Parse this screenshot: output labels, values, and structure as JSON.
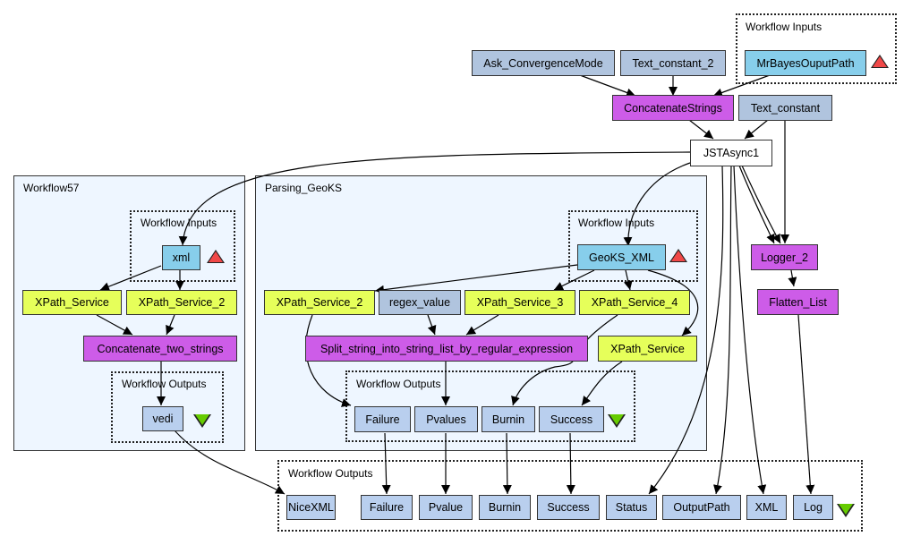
{
  "colors": {
    "constant": "#b0c4de",
    "input": "#87ceeb",
    "processor": "#cd5ce8",
    "xpath": "#e6ff5a",
    "output": "#b9cfee",
    "cluster_bg": "#eef6ff",
    "input_triangle": "#f04848",
    "output_triangle": "#66cc00"
  },
  "top": {
    "workflow_inputs_label": "Workflow Inputs",
    "nodes": {
      "ask": "Ask_ConvergenceMode",
      "tc2": "Text_constant_2",
      "mrbayes": "MrBayesOuputPath",
      "concat": "ConcatenateStrings",
      "tc": "Text_constant",
      "jst": "JSTAsync1",
      "logger": "Logger_2",
      "flatten": "Flatten_List"
    }
  },
  "workflow57": {
    "title": "Workflow57",
    "inputs_label": "Workflow Inputs",
    "outputs_label": "Workflow Outputs",
    "nodes": {
      "xml": "xml",
      "xpath1": "XPath_Service",
      "xpath2": "XPath_Service_2",
      "concat2": "Concatenate_two_strings",
      "vedi": "vedi"
    }
  },
  "parsing": {
    "title": "Parsing_GeoKS",
    "inputs_label": "Workflow Inputs",
    "outputs_label": "Workflow Outputs",
    "nodes": {
      "geoks": "GeoKS_XML",
      "xp2": "XPath_Service_2",
      "regex": "regex_value",
      "xp3": "XPath_Service_3",
      "xp4": "XPath_Service_4",
      "xp": "XPath_Service",
      "split": "Split_string_into_string_list_by_regular_expression",
      "failure": "Failure",
      "pvalues": "Pvalues",
      "burnin": "Burnin",
      "success": "Success"
    }
  },
  "outputs": {
    "label": "Workflow Outputs",
    "nodes": {
      "nicexml": "NiceXML",
      "failure": "Failure",
      "pvalue": "Pvalue",
      "burnin": "Burnin",
      "success": "Success",
      "status": "Status",
      "outputpath": "OutputPath",
      "xml": "XML",
      "log": "Log"
    }
  }
}
